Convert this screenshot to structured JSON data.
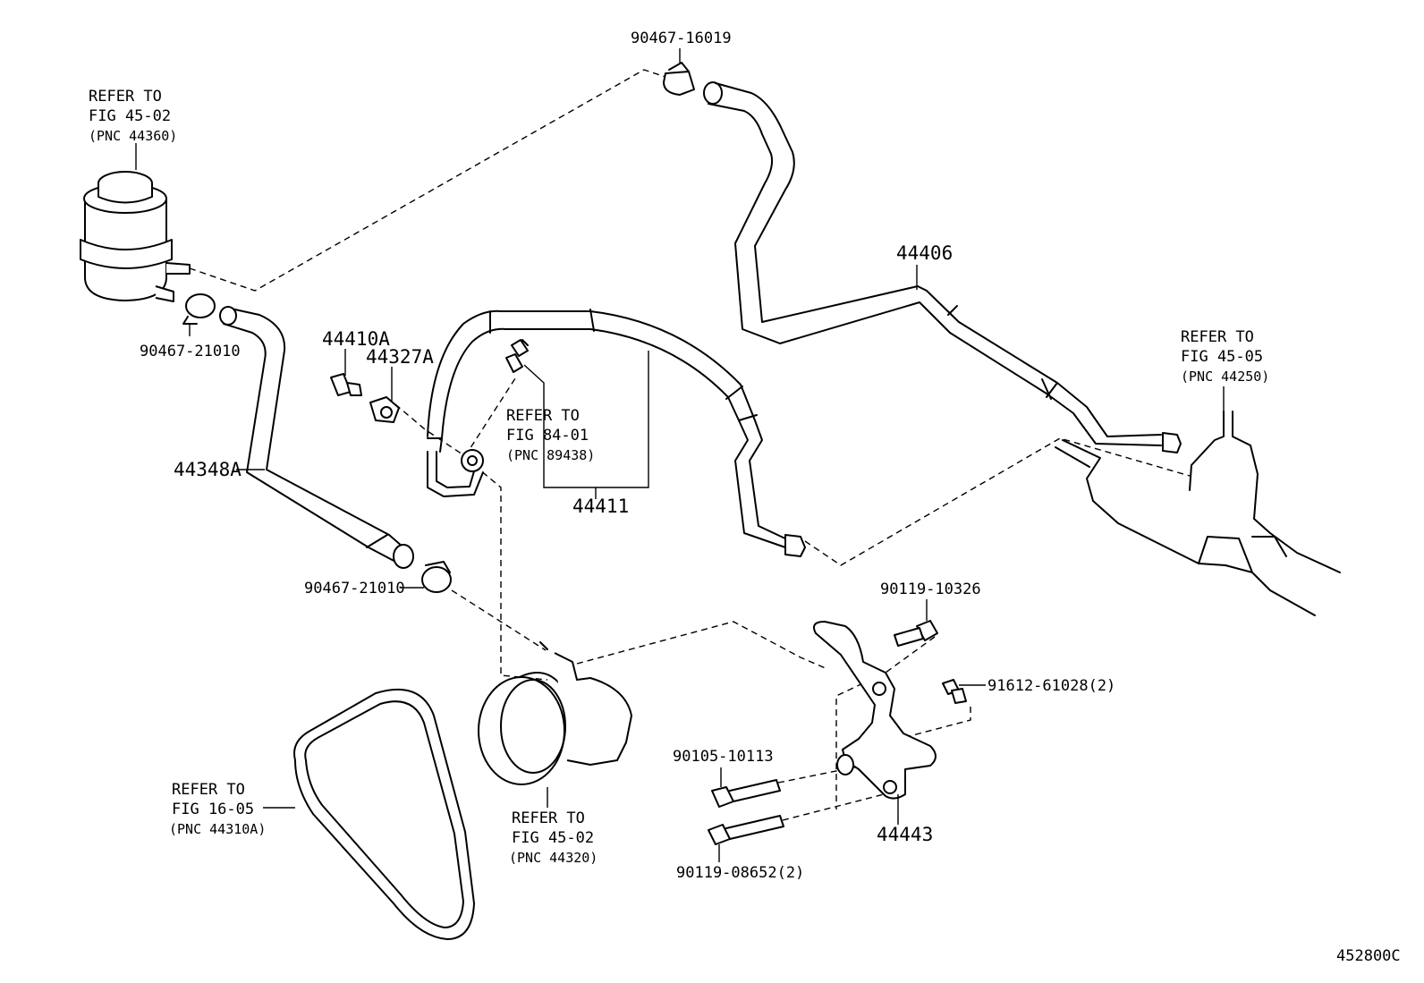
{
  "figure_id": "452800C",
  "labels": {
    "clamp_top": "90467-16019",
    "clamp_left": "90467-21010",
    "clamp_mid": "90467-21010",
    "return_tube": "44406",
    "union_bolt": "44410A",
    "gasket": "44327A",
    "suction_hose": "44348A",
    "pressure_hose": "44411",
    "bolt_a": "90119-10326",
    "bolt_b": "91612-61028(2)",
    "bolt_c": "90105-10113",
    "bolt_d": "90119-08652(2)",
    "bracket": "44443"
  },
  "refs": {
    "reservoir": {
      "l1": "REFER TO",
      "l2": "FIG 45-02",
      "l3": "(PNC 44360)"
    },
    "sensor": {
      "l1": "REFER TO",
      "l2": "FIG 84-01",
      "l3": "(PNC 89438)"
    },
    "gear": {
      "l1": "REFER TO",
      "l2": "FIG 45-05",
      "l3": "(PNC 44250)"
    },
    "belt": {
      "l1": "REFER TO",
      "l2": "FIG 16-05",
      "l3": "(PNC 44310A)"
    },
    "pump": {
      "l1": "REFER TO",
      "l2": "FIG 45-02",
      "l3": "(PNC 44320)"
    }
  }
}
